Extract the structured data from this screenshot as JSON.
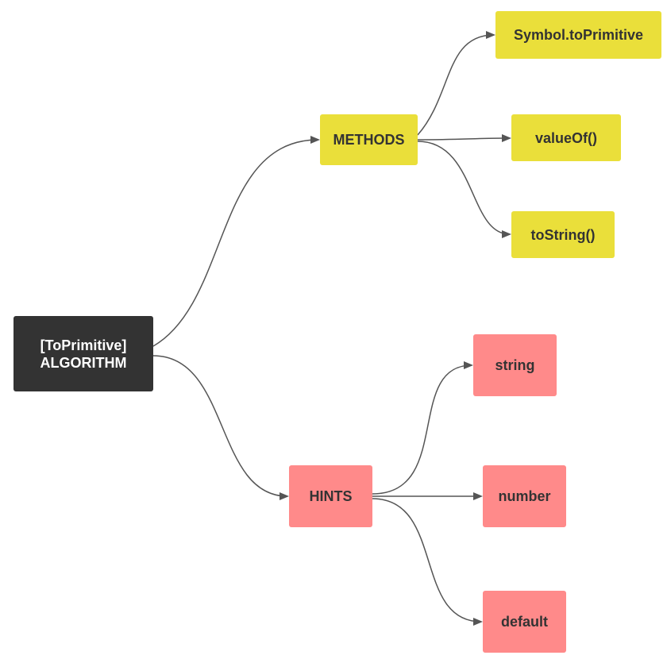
{
  "root": {
    "line1": "[ToPrimitive]",
    "line2": "ALGORITHM"
  },
  "methods": {
    "label": "METHODS",
    "children": [
      "Symbol.toPrimitive",
      "valueOf()",
      "toString()"
    ]
  },
  "hints": {
    "label": "HINTS",
    "children": [
      "string",
      "number",
      "default"
    ]
  },
  "colors": {
    "root_fill": "#333333",
    "methods_fill": "#EADF3A",
    "hints_fill": "#FF8A8A",
    "edge": "#555555"
  }
}
